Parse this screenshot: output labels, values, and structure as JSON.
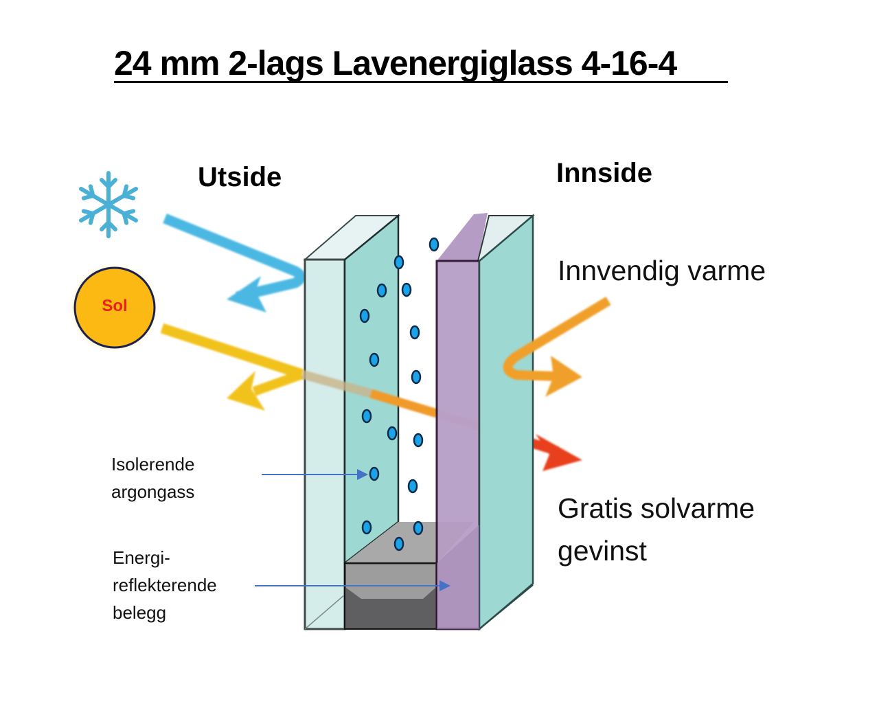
{
  "title": "24 mm 2-lags Lavenergiglass 4-16-4",
  "sides": {
    "outside": "Utside",
    "inside": "Innside"
  },
  "sun": {
    "label": "Sol",
    "fill": "#fdb913",
    "text_color": "#e8231a"
  },
  "callouts": {
    "internal_heat": "Innvendig varme",
    "solar_gain_line1": "Gratis solvarme",
    "solar_gain_line2": "gevinst"
  },
  "labels": {
    "argon_line1": "Isolerende",
    "argon_line2": "argongass",
    "coating_line1": "Energi-",
    "coating_line2": "reflekterende",
    "coating_line3": "belegg"
  },
  "icons": {
    "cold": "snowflake-icon",
    "sun": "sun-icon"
  },
  "colors": {
    "cold_arrow": "#4bb8e3",
    "sun_arrow": "#f2c21b",
    "inner_heat_arrow": "#f0a02a",
    "solar_gain_arrow": "#e8401f",
    "glass_light": "#d4ecea",
    "glass_teal": "#9ed8d3",
    "coating_purple": "#b59cc4",
    "argon_dot": "#1aa3e8",
    "pointer_blue": "#4472c4",
    "spacer_gray": "#9a9a9a",
    "spacer_dark": "#5f5f62"
  }
}
